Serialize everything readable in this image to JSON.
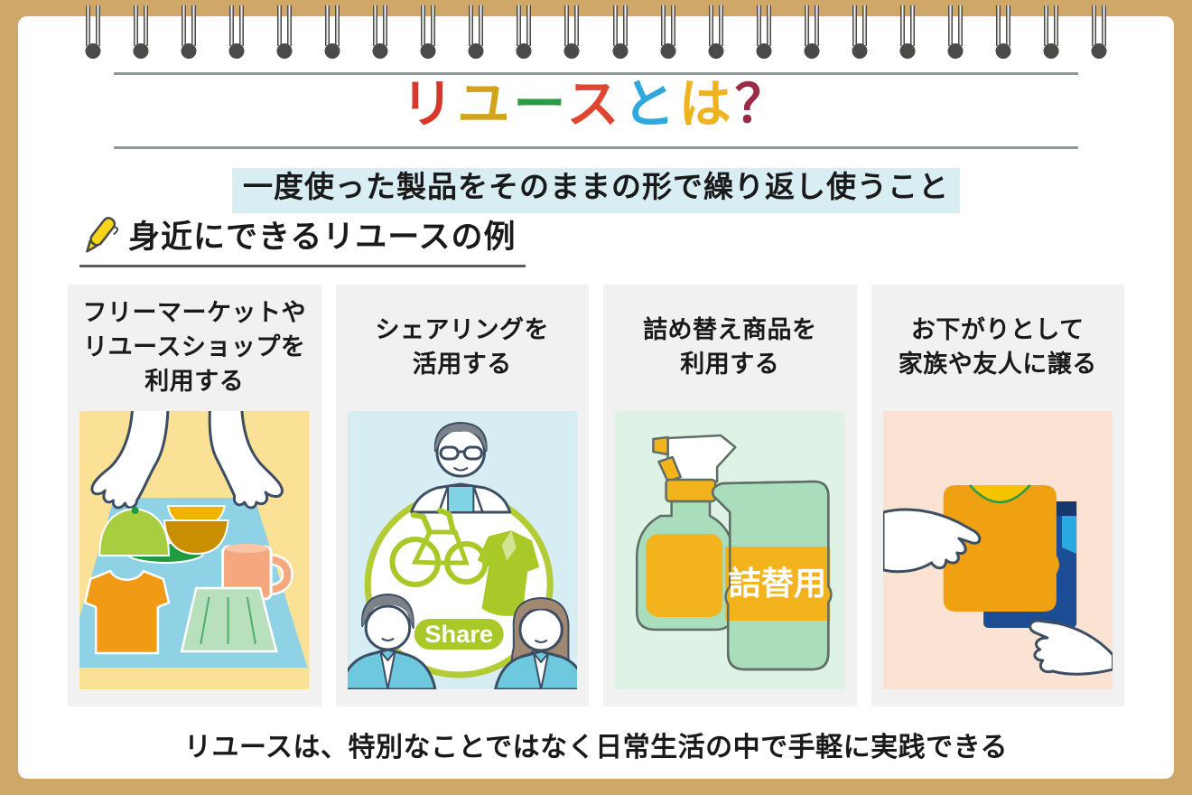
{
  "header": {
    "title": {
      "text": "リユースとは？",
      "chars": [
        {
          "ch": "リ",
          "color": "#D6392B"
        },
        {
          "ch": "ユ",
          "color": "#D2A41B"
        },
        {
          "ch": "ー",
          "color": "#2E9A44"
        },
        {
          "ch": "ス",
          "color": "#E0452F"
        },
        {
          "ch": "と",
          "color": "#2FA8DC"
        },
        {
          "ch": "は",
          "color": "#EEB41F"
        },
        {
          "ch": "？",
          "color": "#9B2A46"
        }
      ]
    },
    "subtitle": "一度使った製品をそのままの形で繰り返し使うこと",
    "subtitle_highlight_color": "#D9EEF3"
  },
  "section": {
    "icon": "pencil-icon",
    "heading": "身近にできるリユースの例"
  },
  "cards": [
    {
      "title": "フリーマーケットや\nリユースショップを\n利用する",
      "illustration": "flea-market-items-with-hands",
      "bg_color": "#FAE196"
    },
    {
      "title": "シェアリングを\n活用する",
      "illustration": "people-sharing-bike-and-jacket",
      "badge": "Share",
      "bg_color": "#D5EDF3"
    },
    {
      "title": "詰め替え商品を\n利用する",
      "illustration": "spray-bottle-and-refill-pouch",
      "label": "詰替用",
      "bg_color": "#DFF2E6"
    },
    {
      "title": "お下がりとして\n家族や友人に譲る",
      "illustration": "handing-over-folded-clothes",
      "bg_color": "#FBE3D3"
    }
  ],
  "footer": {
    "text": "リユースは、特別なことではなく日常生活の中で手軽に実践できる"
  },
  "decor": {
    "ring_count": 22,
    "border_color": "#CFA869",
    "ring_color": "#4A4A48",
    "card_bg": "#F1F1F2"
  }
}
